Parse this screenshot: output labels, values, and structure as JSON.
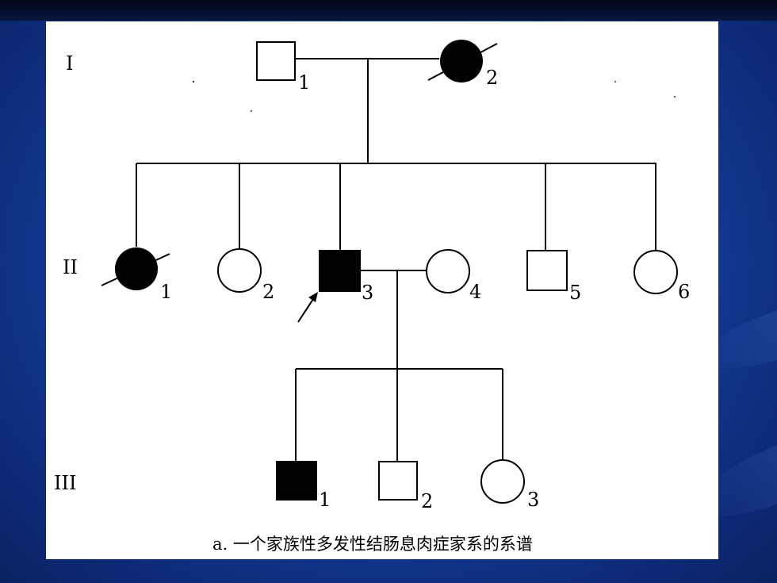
{
  "generations": [
    "I",
    "II",
    "III"
  ],
  "individuals": {
    "I-1": {
      "number": "1",
      "sex": "male",
      "affected": false,
      "deceased": false
    },
    "I-2": {
      "number": "2",
      "sex": "female",
      "affected": true,
      "deceased": true
    },
    "II-1": {
      "number": "1",
      "sex": "female",
      "affected": true,
      "deceased": true
    },
    "II-2": {
      "number": "2",
      "sex": "female",
      "affected": false,
      "deceased": false
    },
    "II-3": {
      "number": "3",
      "sex": "male",
      "affected": true,
      "deceased": false,
      "proband": true
    },
    "II-4": {
      "number": "4",
      "sex": "female",
      "affected": false,
      "deceased": false
    },
    "II-5": {
      "number": "5",
      "sex": "male",
      "affected": false,
      "deceased": false
    },
    "II-6": {
      "number": "6",
      "sex": "female",
      "affected": false,
      "deceased": false
    },
    "III-1": {
      "number": "1",
      "sex": "male",
      "affected": true,
      "deceased": false
    },
    "III-2": {
      "number": "2",
      "sex": "male",
      "affected": false,
      "deceased": false
    },
    "III-3": {
      "number": "3",
      "sex": "female",
      "affected": false,
      "deceased": false
    }
  },
  "caption": "a. 一个家族性多发性结肠息肉症家系的系谱",
  "colors": {
    "affected": "#000000",
    "unaffected": "#ffffff",
    "background": "#1640a0"
  }
}
